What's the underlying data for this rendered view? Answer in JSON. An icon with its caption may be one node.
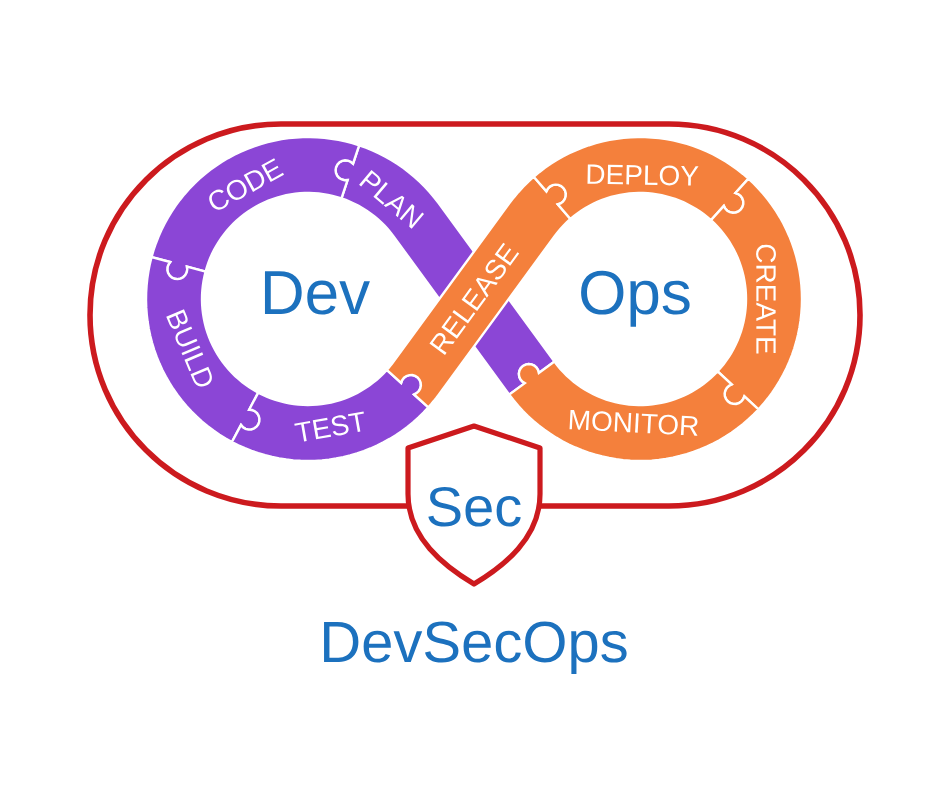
{
  "diagram": {
    "title": "DevSecOps",
    "nodes": [
      {
        "text": [
          "CODE"
        ]
      },
      {
        "text": [
          "PLAN"
        ]
      },
      {
        "text": [
          "DEPLOY"
        ]
      },
      {
        "text": [
          "BUILD"
        ]
      },
      {
        "text": [
          "RELEASE"
        ]
      },
      {
        "text": [
          "CREATE"
        ]
      },
      {
        "text": [
          "TEST"
        ]
      },
      {
        "text": [
          "MONITOR"
        ]
      },
      {
        "text": [
          "Sec"
        ]
      }
    ],
    "labels": [
      "Dev",
      "Ops"
    ]
  }
}
